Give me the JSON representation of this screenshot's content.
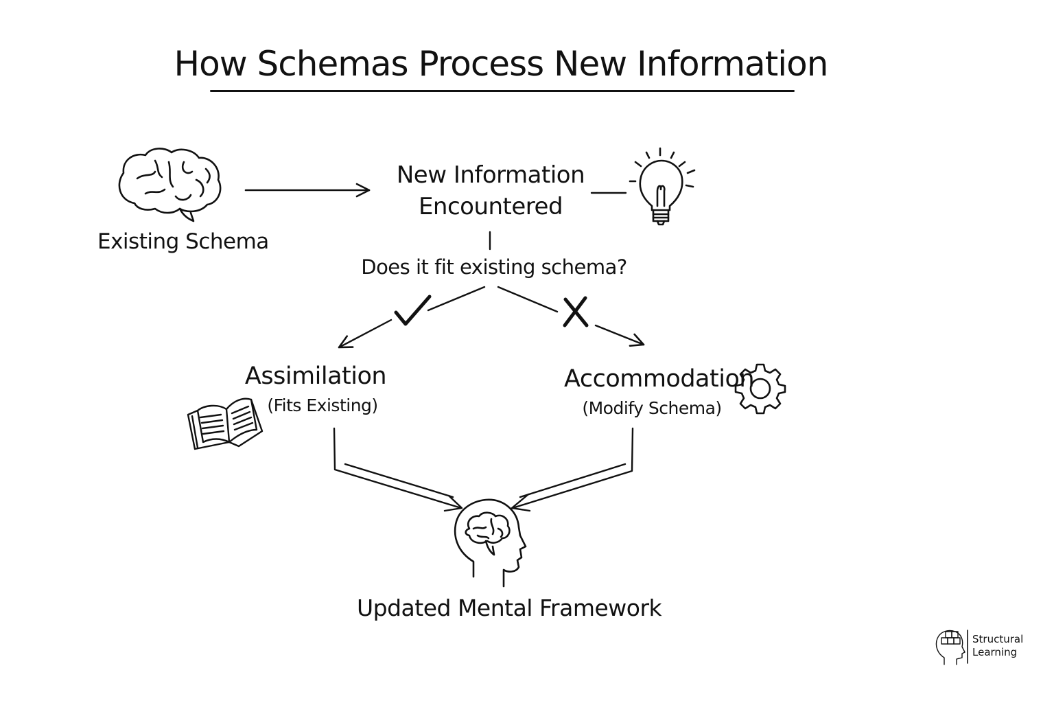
{
  "title": "How Schemas Process New Information",
  "nodes": {
    "existing_schema": "Existing Schema",
    "new_information_line1": "New Information",
    "new_information_line2": "Encountered",
    "question": "Does it fit existing schema?",
    "assimilation": "Assimilation",
    "assimilation_sub": "(Fits Existing)",
    "accommodation": "Accommodation",
    "accommodation_sub": "(Modify Schema)",
    "updated": "Updated Mental Framework"
  },
  "branches": {
    "yes_mark": "check-icon",
    "no_mark": "cross-icon"
  },
  "icons": [
    "brain-icon",
    "lightbulb-icon",
    "book-icon",
    "gear-icon",
    "head-brain-icon",
    "structural-learning-logo-icon"
  ],
  "logo": {
    "line1": "Structural",
    "line2": "Learning"
  },
  "colors": {
    "ink": "#111111",
    "background": "#ffffff"
  }
}
